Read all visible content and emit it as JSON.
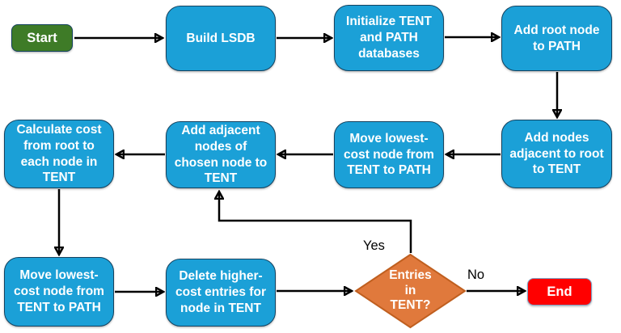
{
  "flowchart": {
    "description": "SPF (shortest path first) algorithm flowchart using LSDB, TENT and PATH databases",
    "nodes": [
      {
        "id": "start",
        "type": "start-terminator",
        "label": "Start"
      },
      {
        "id": "build-lsdb",
        "type": "process",
        "label": "Build LSDB"
      },
      {
        "id": "init-databases",
        "type": "process",
        "label": "Initialize TENT\nand PATH\ndatabases"
      },
      {
        "id": "add-root-to-path",
        "type": "process",
        "label": "Add root node\nto PATH"
      },
      {
        "id": "calculate-cost",
        "type": "process",
        "label": "Calculate cost\nfrom root to\neach node in\nTENT"
      },
      {
        "id": "add-adjacent-nodes",
        "type": "process",
        "label": "Add adjacent\nnodes of\nchosen node to\nTENT"
      },
      {
        "id": "move-lowest-cost-upper",
        "type": "process",
        "label": "Move lowest-\ncost node from\nTENT to PATH"
      },
      {
        "id": "add-nodes-adjacent-root",
        "type": "process",
        "label": "Add nodes\nadjacent to root\nto TENT"
      },
      {
        "id": "move-lowest-cost-lower",
        "type": "process",
        "label": "Move lowest-\ncost node from\nTENT to PATH"
      },
      {
        "id": "delete-higher-cost",
        "type": "process",
        "label": "Delete higher-\ncost entries for\nnode in TENT"
      },
      {
        "id": "entries-in-tent",
        "type": "decision",
        "label": "Entries\nin\nTENT?"
      },
      {
        "id": "end",
        "type": "end-terminator",
        "label": "End"
      }
    ],
    "edge_labels": {
      "yes": "Yes",
      "no": "No"
    },
    "colors": {
      "process_fill": "#1BA0D7",
      "process_border": "#14425F",
      "start_fill": "#3E7B27",
      "start_border": "#14425F",
      "end_fill": "#FF0000",
      "end_border": "#7DA0C4",
      "decision_fill": "#E0793C",
      "decision_border": "#C05F1F",
      "arrow": "#000000",
      "node_text": "#FFFFFF",
      "edge_label_text": "#000000"
    }
  }
}
